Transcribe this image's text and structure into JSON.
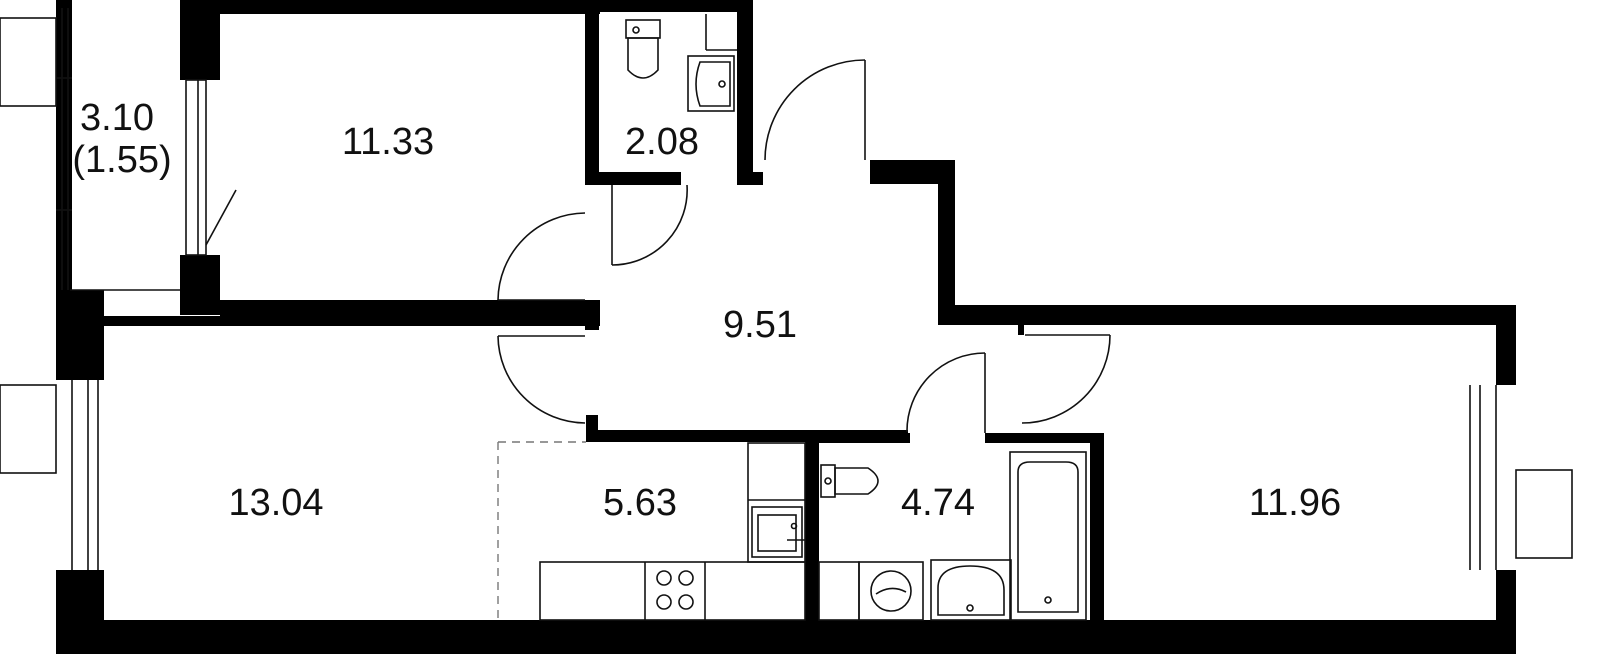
{
  "rooms": [
    {
      "id": "balcony",
      "area": "3.10",
      "area_reduced": "(1.55)"
    },
    {
      "id": "bedroom",
      "area": "11.33"
    },
    {
      "id": "toilet",
      "area": "2.08"
    },
    {
      "id": "hallway",
      "area": "9.51"
    },
    {
      "id": "living-room",
      "area": "13.04"
    },
    {
      "id": "kitchen",
      "area": "5.63"
    },
    {
      "id": "bathroom",
      "area": "4.74"
    },
    {
      "id": "bedroom-2",
      "area": "11.96"
    }
  ],
  "colors": {
    "wall": "#000000",
    "line": "#111111",
    "background": "#ffffff"
  }
}
